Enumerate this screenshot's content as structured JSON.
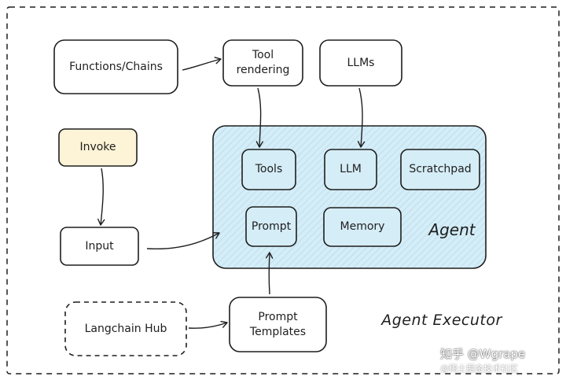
{
  "nodes": {
    "functions_chains": "Functions/Chains",
    "tool_rendering": "Tool\nrendering",
    "llms": "LLMs",
    "invoke": "Invoke",
    "input": "Input",
    "langchain_hub": "Langchain Hub",
    "prompt_templates": "Prompt\nTemplates"
  },
  "agent": {
    "title": "Agent",
    "tools": "Tools",
    "llm": "LLM",
    "scratchpad": "Scratchpad",
    "prompt": "Prompt",
    "memory": "Memory"
  },
  "executor_title": "Agent Executor",
  "watermark": {
    "main": "知乎 @Wgrape",
    "sub": "@稀土掘金技术社区"
  },
  "colors": {
    "stroke": "#1e1e1e",
    "agent_fill": "#d3ecf6",
    "invoke_fill": "#fdf3d6"
  }
}
